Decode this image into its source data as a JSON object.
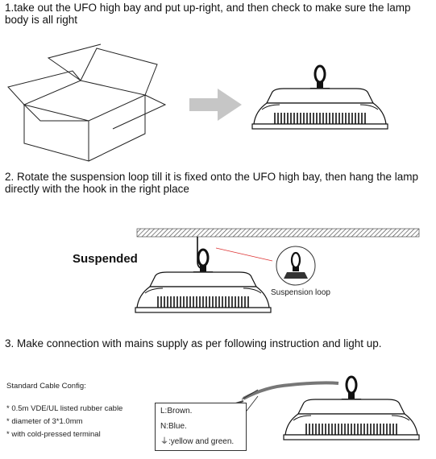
{
  "steps": [
    {
      "text": "1.take out the UFO high bay and put up-right, and then check to make sure the lamp body is all right"
    },
    {
      "text": "2. Rotate the suspension loop till it is fixed onto the UFO high bay, then hang the lamp directly with the hook in the right place"
    },
    {
      "text": "3. Make connection with mains supply as per following instruction and light up."
    }
  ],
  "labels": {
    "suspended": "Suspended",
    "suspension_loop": "Suspension loop"
  },
  "cable": {
    "title": "Standard Cable Config:",
    "bullets": [
      "0.5m VDE/UL listed rubber cable",
      "diameter of 3*1.0mm",
      "with cold-pressed terminal"
    ],
    "legend": [
      "L:Brown.",
      "N:Blue.",
      ":yellow and green."
    ],
    "ground_symbol": "⏚"
  }
}
